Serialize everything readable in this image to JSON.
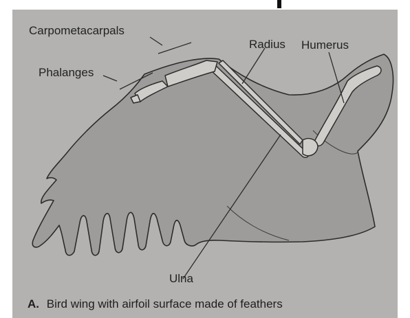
{
  "figure": {
    "labels": {
      "carpometacarpals": "Carpometacarpals",
      "phalanges": "Phalanges",
      "radius": "Radius",
      "humerus": "Humerus",
      "ulna": "Ulna"
    },
    "caption": {
      "letter": "A.",
      "text": "Bird wing with airfoil surface made of feathers"
    }
  },
  "colors": {
    "page": "#b3b2b0",
    "wing_fill": "#9d9c9a",
    "outline": "#2b2b2b",
    "bone_fill": "#cfcdca"
  }
}
